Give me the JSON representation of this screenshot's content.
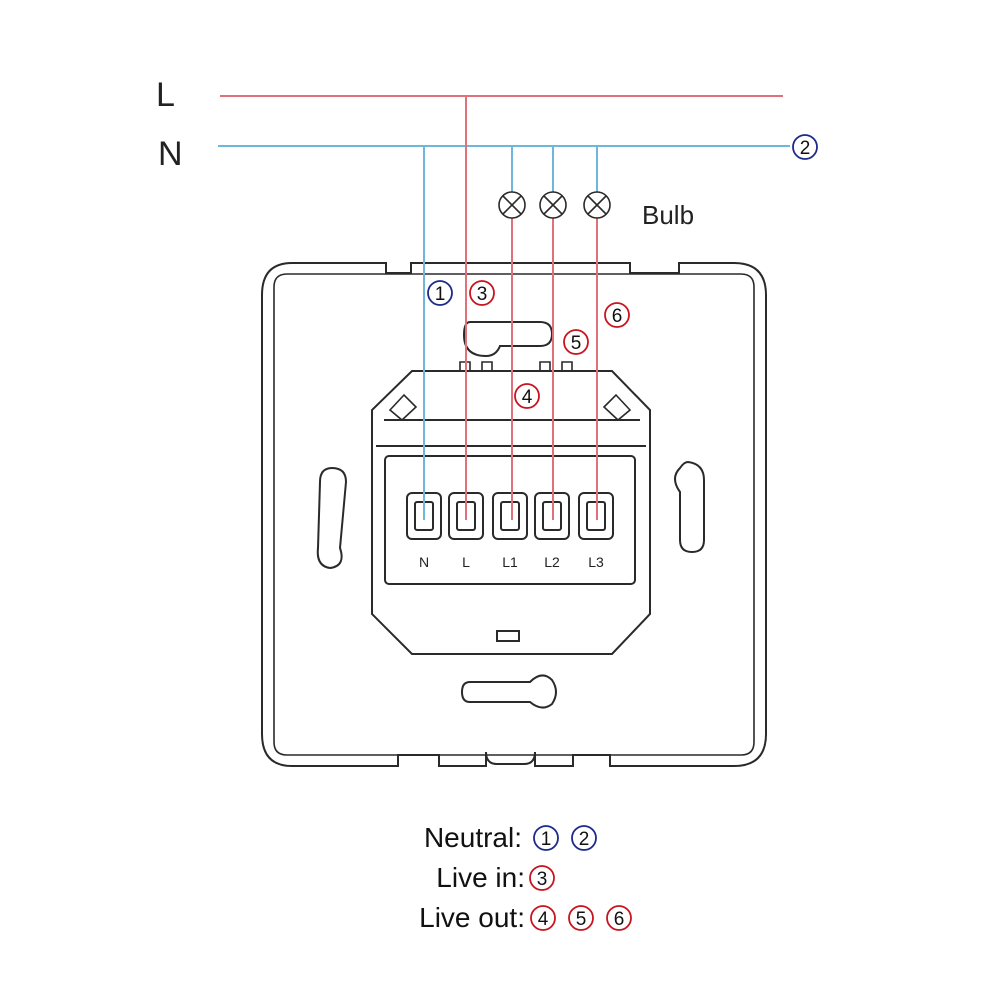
{
  "supply_lines": {
    "live": {
      "label": "L",
      "color": "#e0707a"
    },
    "neutral": {
      "label": "N",
      "color": "#6fb6dc"
    }
  },
  "bulb_label": "Bulb",
  "terminals": [
    "N",
    "L",
    "L1",
    "L2",
    "L3"
  ],
  "markers": {
    "m1": {
      "text": "1",
      "color": "#1c2a8a"
    },
    "m2": {
      "text": "2",
      "color": "#1c2a8a"
    },
    "m3": {
      "text": "3",
      "color": "#c8141e"
    },
    "m4": {
      "text": "4",
      "color": "#c8141e"
    },
    "m5": {
      "text": "5",
      "color": "#c8141e"
    },
    "m6": {
      "text": "6",
      "color": "#c8141e"
    }
  },
  "legend": {
    "neutral": {
      "label": "Neutral:",
      "markers": [
        "1",
        "2"
      ]
    },
    "live_in": {
      "label": "Live in:",
      "markers": [
        "3"
      ]
    },
    "live_out": {
      "label": "Live out:",
      "markers": [
        "4",
        "5",
        "6"
      ]
    }
  }
}
